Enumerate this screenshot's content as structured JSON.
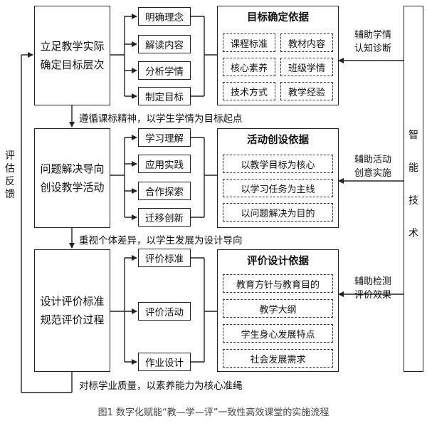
{
  "caption": "图1   数字化赋能“教—学—评”一致性高效课堂的实施流程",
  "left_feedback": [
    "评",
    "估",
    "反",
    "馈"
  ],
  "right_tech": [
    "智",
    "能",
    "技",
    "术"
  ],
  "sections": [
    {
      "main_lines": [
        "立足教学实际",
        "确定目标层次"
      ],
      "steps": [
        "明确理念",
        "解读内容",
        "分析学情",
        "制定目标"
      ],
      "panel_title": "目标确定依据",
      "panel_items": [
        "课程标准",
        "教材内容",
        "核心素养",
        "班级学情",
        "技术方式",
        "教学经验"
      ],
      "assist": [
        "辅助学情",
        "认知诊断"
      ],
      "connector": "遵循课标精神，以学生学情为目标起点"
    },
    {
      "main_lines": [
        "问题解决导向",
        "创设教学活动"
      ],
      "steps": [
        "学习理解",
        "应用实践",
        "合作探索",
        "迁移创新"
      ],
      "panel_title": "活动创设依据",
      "panel_items": [
        "以教学目标为核心",
        "以学习任务为主线",
        "以问题解决为目的"
      ],
      "assist": [
        "辅助活动",
        "创意实施"
      ],
      "connector": "重视个体差异，以学生发展为设计导向"
    },
    {
      "main_lines": [
        "设计评价标准",
        "规范评价过程"
      ],
      "steps": [
        "评价标准",
        "评价活动",
        "作业设计"
      ],
      "panel_title": "评价设计依据",
      "panel_items": [
        "教育方针与教育目的",
        "教学大纲",
        "学生身心发展特点",
        "社会发展需求"
      ],
      "assist": [
        "辅助检测",
        "评价效果"
      ],
      "connector": "对标学业质量，以素养能力为核心准绳"
    }
  ]
}
